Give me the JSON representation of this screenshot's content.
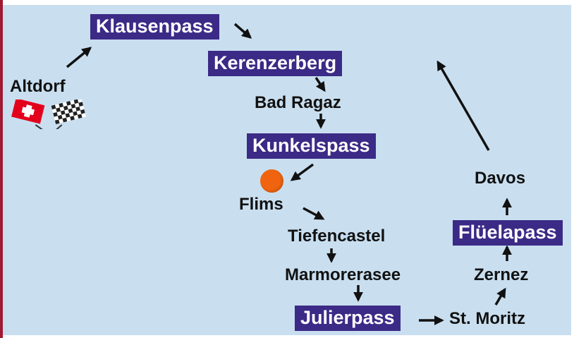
{
  "route": {
    "start": "Altdorf",
    "passes": {
      "klausenpass": "Klausenpass",
      "kerenzerberg": "Kerenzerberg",
      "kunkelspass": "Kunkelspass",
      "julierpass": "Julierpass",
      "flueelapass": "Flüelapass"
    },
    "towns": {
      "bad_ragaz": "Bad Ragaz",
      "flims": "Flims",
      "tiefencastel": "Tiefencastel",
      "marmorerasee": "Marmorerasee",
      "st_moritz": "St. Moritz",
      "zernez": "Zernez",
      "davos": "Davos"
    }
  },
  "icons": {
    "start_flags": [
      "swiss-flag-icon",
      "checkered-flag-icon"
    ],
    "location_marker": "orange-dot-marker-icon"
  },
  "colors": {
    "background": "#c9dff0",
    "pass_box": "#3b2a86",
    "pass_text": "#ffffff",
    "town_text": "#111111",
    "marker": "#f0640f",
    "swiss_red": "#e3001b",
    "left_edge": "#a01a32"
  }
}
